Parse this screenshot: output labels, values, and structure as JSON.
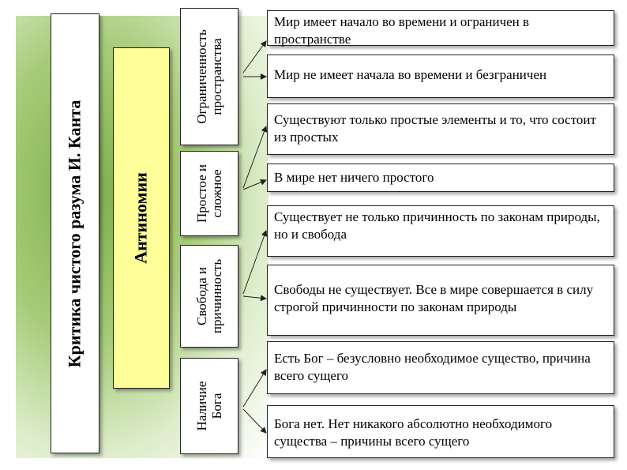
{
  "outer_label": "Критика чистого разума И. Канта",
  "middle_label": "Антиномии",
  "categories": [
    {
      "lines": [
        "Ограниченность",
        "пространства"
      ]
    },
    {
      "lines": [
        "Простое и",
        "сложное"
      ]
    },
    {
      "lines": [
        "Свобода и",
        "причинность"
      ]
    },
    {
      "lines": [
        "Наличие",
        "Бога"
      ]
    }
  ],
  "items": [
    "Мир имеет начало во времени и ограничен в пространстве",
    "Мир не имеет начала во времени и безграничен",
    "Существуют только простые элементы и то, что состоит из простых",
    "В мире нет ничего простого",
    "Существует не только причинность по законам природы, но и свобода",
    "Свободы не существует. Все в мире совершается в силу строгой причинности по законам природы",
    "Есть Бог – безусловно необходимое существо, причина всего сущего",
    "Бога нет. Нет никакого абсолютно необходимого существа – причины всего сущего"
  ]
}
